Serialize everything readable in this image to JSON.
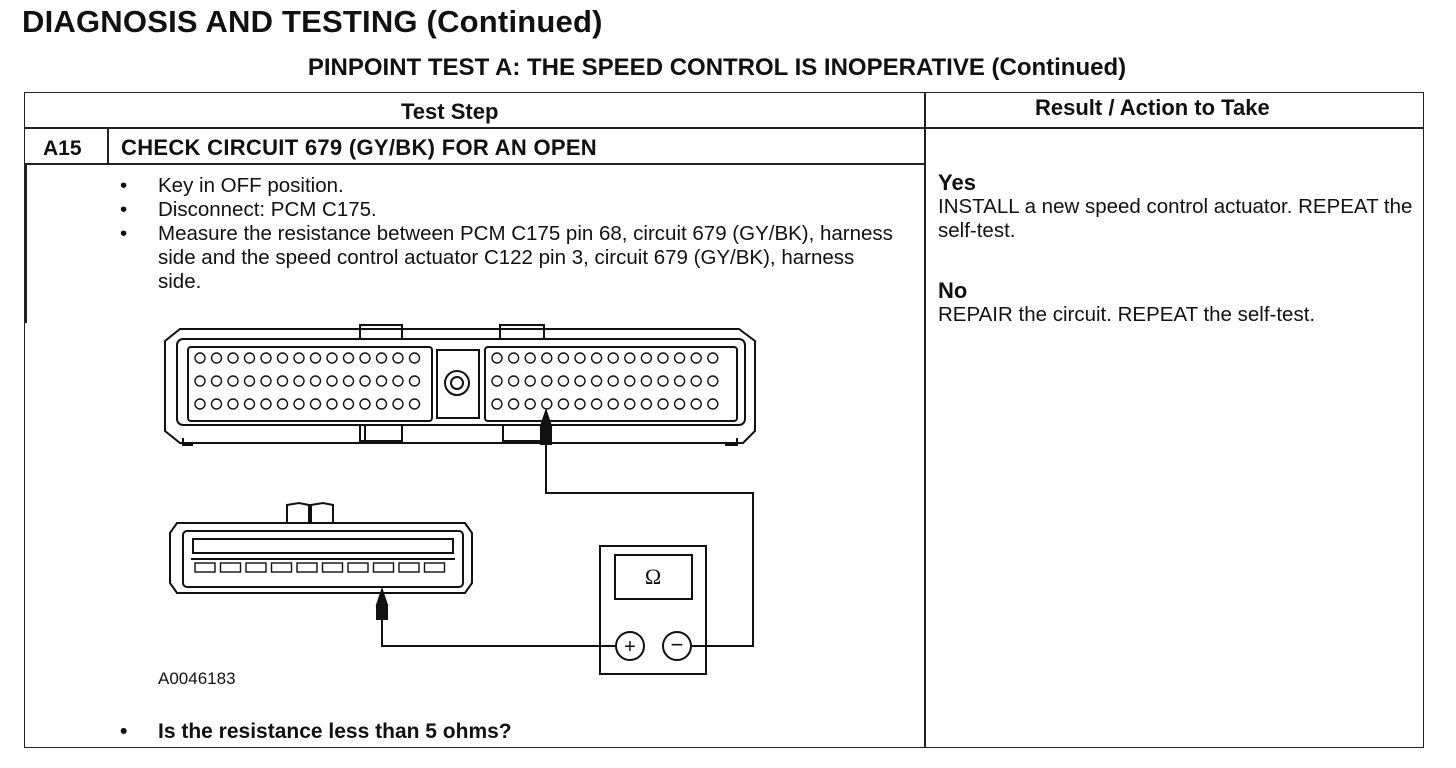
{
  "header": {
    "title": "DIAGNOSIS AND TESTING (Continued)",
    "test_title": "PINPOINT TEST  A: THE SPEED CONTROL IS INOPERATIVE (Continued)"
  },
  "table": {
    "col_test_step": "Test Step",
    "col_result": "Result / Action to Take",
    "step_id": "A15",
    "step_title": "CHECK CIRCUIT 679 (GY/BK) FOR AN OPEN",
    "bullets": [
      "Key in OFF position.",
      "Disconnect: PCM C175.",
      "Measure the resistance between PCM C175 pin 68, circuit 679 (GY/BK), harness side and the speed control actuator C122 pin 3, circuit 679 (GY/BK), harness side."
    ],
    "bullet_symbol": "•",
    "figure_id": "A0046183",
    "meter_symbol": "Ω",
    "question": "Is the resistance less than 5 ohms?",
    "results": {
      "yes_label": "Yes",
      "yes_text": "INSTALL a new speed control actuator. REPEAT the self-test.",
      "no_label": "No",
      "no_text": "REPAIR the circuit. REPEAT the self-test."
    }
  }
}
